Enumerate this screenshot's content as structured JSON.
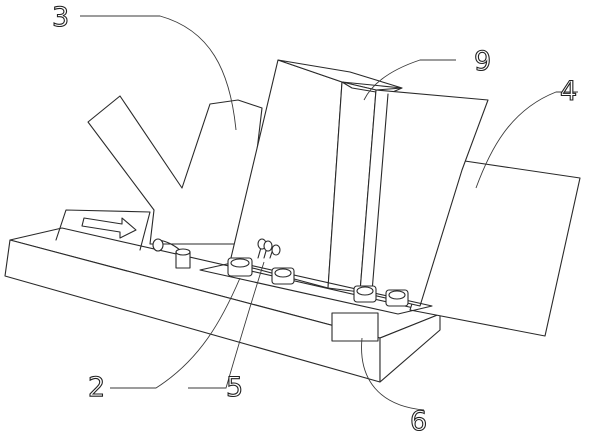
{
  "figure": {
    "labels": [
      {
        "id": "ref-3",
        "text": "3"
      },
      {
        "id": "ref-9",
        "text": "9"
      },
      {
        "id": "ref-4",
        "text": "4"
      },
      {
        "id": "ref-2",
        "text": "2"
      },
      {
        "id": "ref-5",
        "text": "5"
      },
      {
        "id": "ref-6",
        "text": "6"
      }
    ]
  }
}
